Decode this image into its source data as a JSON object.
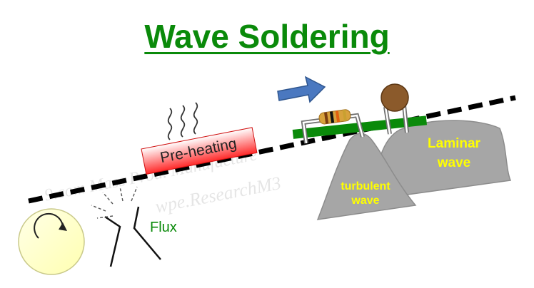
{
  "title": "Wave Soldering",
  "labels": {
    "preheating": "Pre-heating",
    "flux": "Flux",
    "laminar_line1": "Laminar",
    "laminar_line2": "wave",
    "turbulent_line1": "turbulent",
    "turbulent_line2": "wave"
  },
  "watermark": {
    "line1": "9.com Mass Prod. Manufacture",
    "line2": "wpe.ResearchM3"
  },
  "colors": {
    "title": "#0a8a0a",
    "flux_label": "#0a8a0a",
    "wave_label_laminar": "#ffff00",
    "wave_label_turbulent": "#ffff00",
    "wave_fill": "#a6a6a6",
    "pcb_green": "#0a8a0a",
    "arrow_blue": "#4a78c0",
    "capacitor_brown": "#8b5a2b",
    "preheat_red": "#ff2a2a",
    "rotor_fill": "#ffffc0"
  },
  "icons": [
    "rotation-arrow-icon",
    "direction-arrow-icon",
    "heat-wave-icon",
    "resistor-icon",
    "capacitor-icon"
  ]
}
